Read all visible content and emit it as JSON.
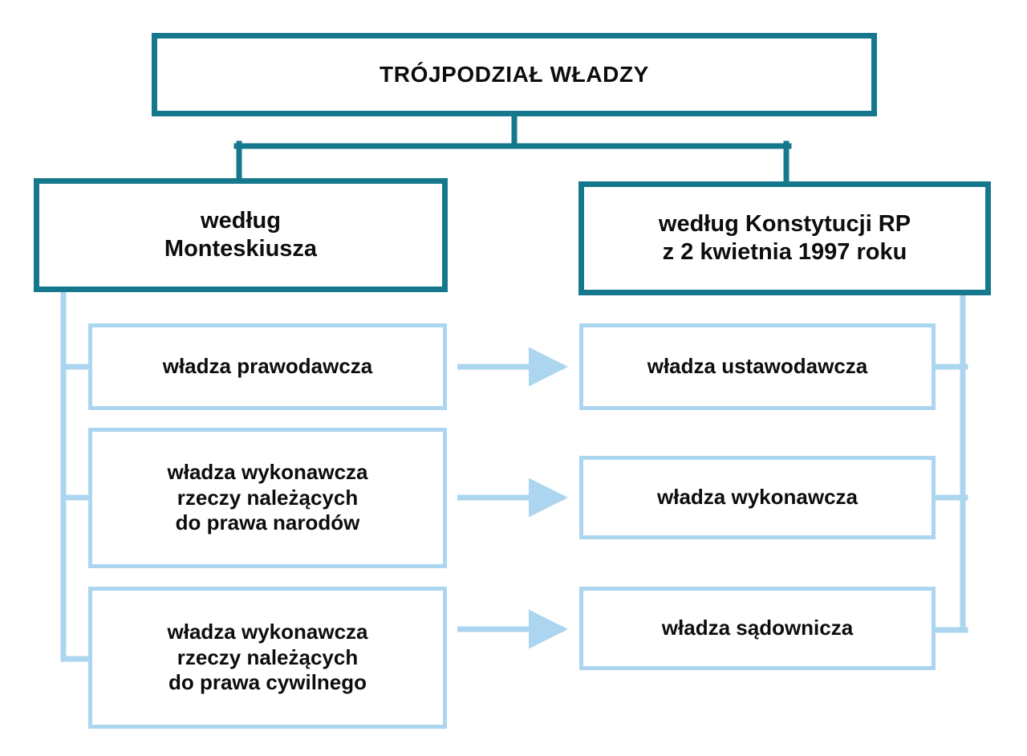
{
  "diagram": {
    "title": "TRÓJPODZIAŁ WŁADZY",
    "language": "pl",
    "colors": {
      "primary_border": "#16788C",
      "secondary_border": "#ACD6EF",
      "connector_dark": "#16788C",
      "connector_light": "#ACD6EF",
      "background": "#FFFFFF",
      "text": "#0D0D0D"
    },
    "root": {
      "label": "TRÓJPODZIAŁ WŁADZY"
    },
    "branches": [
      {
        "id": "monteskiusz",
        "label": "według\nMonteskiusza",
        "items": [
          {
            "id": "l1",
            "label": "władza prawodawcza"
          },
          {
            "id": "l2",
            "label": "władza wykonawcza\nrzeczy należących\ndo prawa narodów"
          },
          {
            "id": "l3",
            "label": "władza wykonawcza\nrzeczy należących\ndo prawa cywilnego"
          }
        ]
      },
      {
        "id": "konstytucja",
        "label": "według Konstytucji RP\nz 2 kwietnia 1997 roku",
        "items": [
          {
            "id": "r1",
            "label": "władza ustawodawcza"
          },
          {
            "id": "r2",
            "label": "władza wykonawcza"
          },
          {
            "id": "r3",
            "label": "władza sądownicza"
          }
        ]
      }
    ],
    "mappings": [
      {
        "from": "l1",
        "to": "r1"
      },
      {
        "from": "l2",
        "to": "r2"
      },
      {
        "from": "l3",
        "to": "r3"
      }
    ]
  }
}
